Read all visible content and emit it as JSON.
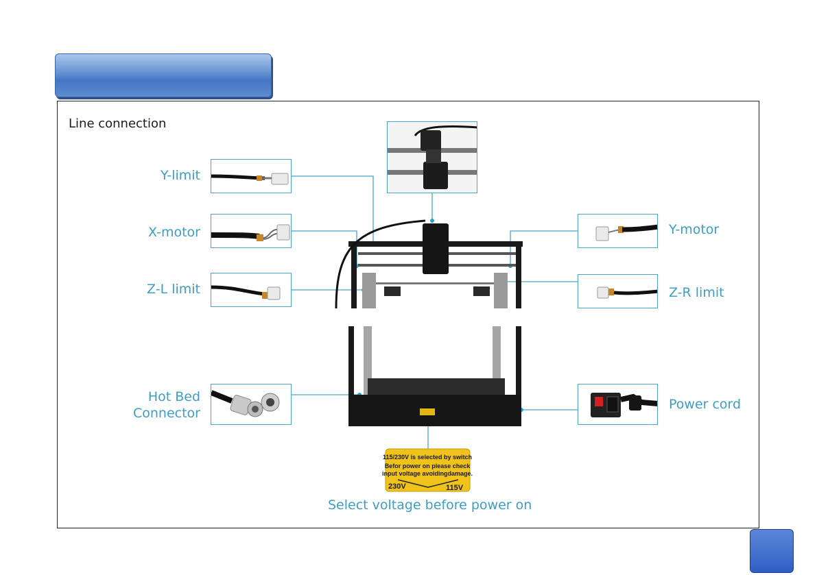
{
  "section": {
    "title": "Line connection"
  },
  "labels": {
    "y_limit": "Y-limit",
    "x_motor": "X-motor",
    "z_l_limit": "Z-L limit",
    "hot_bed_line1": "Hot Bed",
    "hot_bed_line2": "Connector",
    "y_motor": "Y-motor",
    "z_r_limit": "Z-R limit",
    "power_cord": "Power cord",
    "select_voltage": "Select voltage before power on"
  },
  "voltage_sticker": {
    "line1": "115/230V is selected by switch",
    "line2": "Befor power on please check",
    "line3": "input voltage avoidingdamage.",
    "left": "230V",
    "right": "115V"
  },
  "colors": {
    "accent": "#3d9dc2",
    "line": "#4aa3c8",
    "header": "#4576c4"
  }
}
